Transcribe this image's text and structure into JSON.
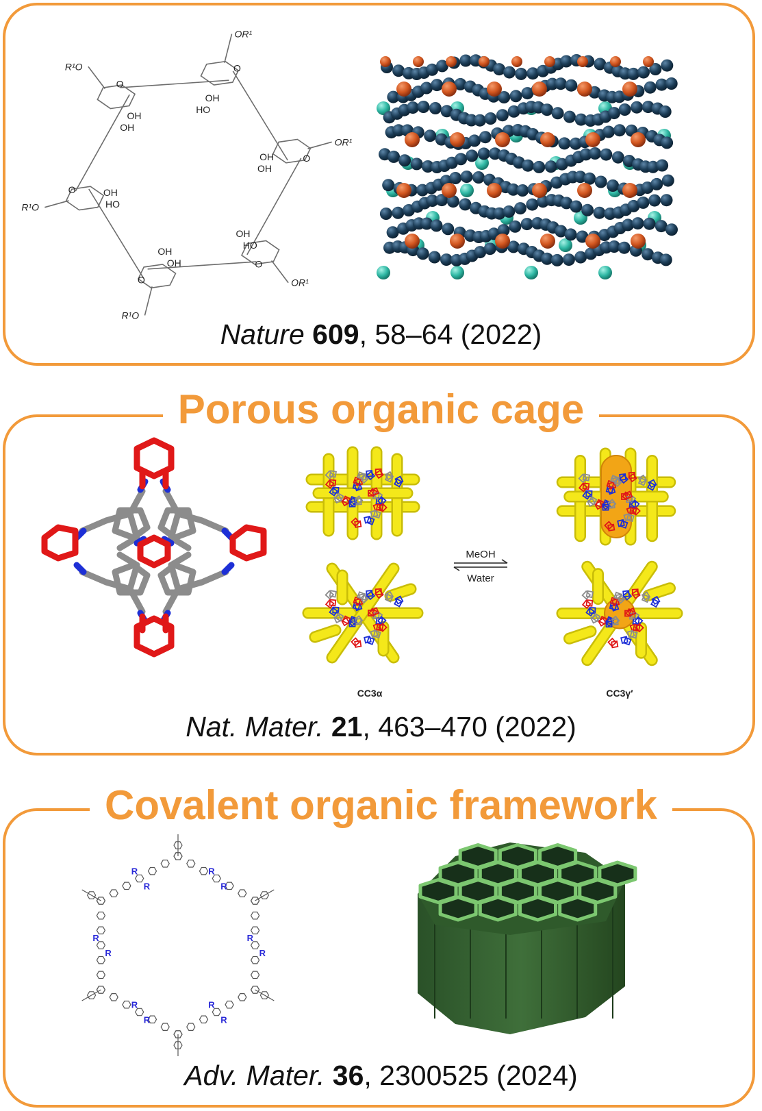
{
  "panels": [
    {
      "heading": "",
      "citation": {
        "journal": "Nature",
        "volume": "609",
        "pages": ", 58–64 (2022)"
      },
      "structure_labels": [
        "OR¹",
        "R¹O",
        "OH",
        "HO",
        "O"
      ]
    },
    {
      "heading": "Porous organic cage",
      "citation": {
        "journal": "Nat. Mater.",
        "volume": "21",
        "pages": ", 463–470 (2022)"
      },
      "equilibrium": {
        "top": "MeOH",
        "bottom": "Water"
      },
      "cage_labels": {
        "left": "CC3α",
        "right": "CC3γ′"
      }
    },
    {
      "heading": "Covalent organic framework",
      "citation": {
        "journal": "Adv. Mater.",
        "volume": "36",
        "pages": ", 2300525 (2024)"
      },
      "substituent_label": "R"
    }
  ],
  "colors": {
    "frame": "#f29a3a",
    "sphere_dark": "#1c3d57",
    "sphere_orange": "#d2561f",
    "sphere_teal": "#2fb8a4",
    "cage_red": "#e01818",
    "cage_gray": "#8c8c8c",
    "cage_blue": "#1d2fd6",
    "rod_yellow": "#f4e81a",
    "guest_orange": "#f2a516",
    "cof_dark": "#2e5a2c",
    "cof_light": "#7cc770",
    "r_blue": "#2a2ad8"
  }
}
